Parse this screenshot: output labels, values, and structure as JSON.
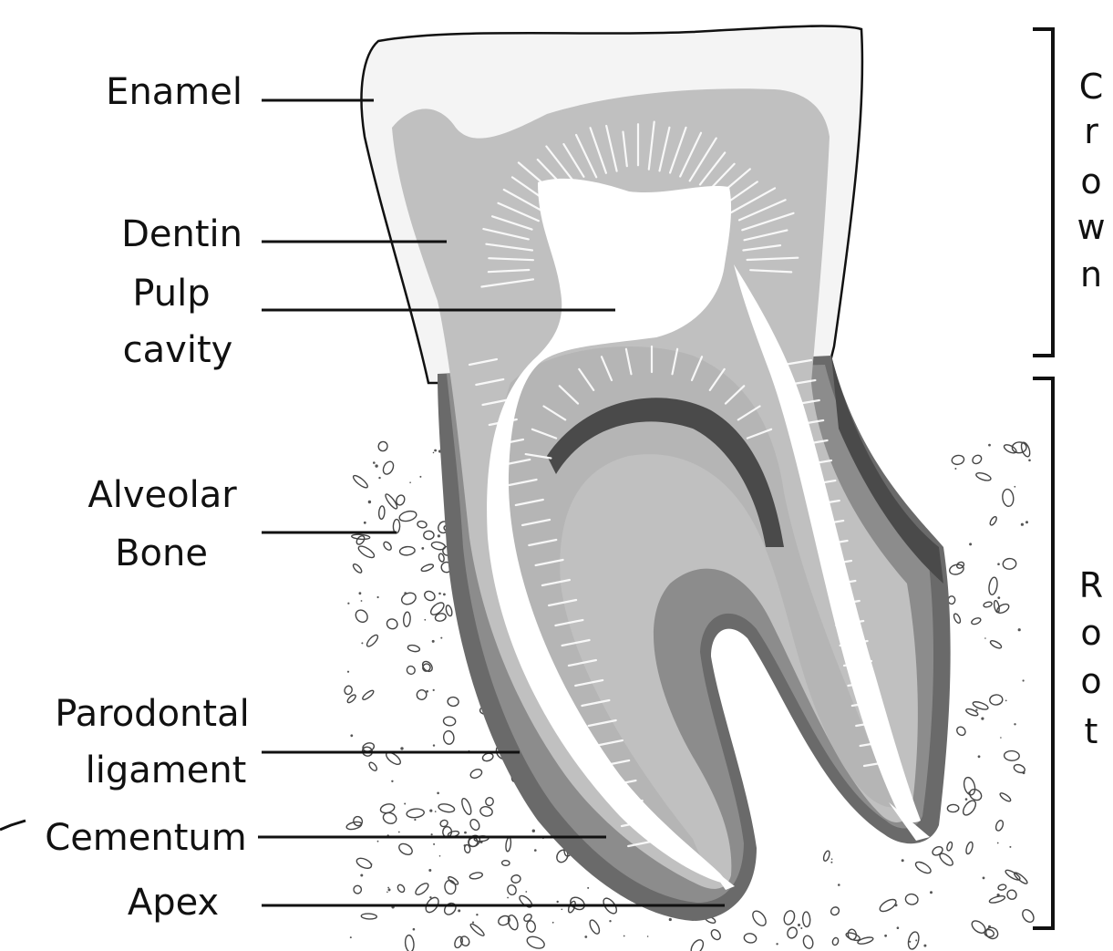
{
  "labels": {
    "enamel": "Enamel",
    "dentin": "Dentin",
    "pulp_line1": "Pulp",
    "pulp_line2": "cavity",
    "alveolar_line1": "Alveolar",
    "alveolar_line2": "Bone",
    "ligament_line1": "Parodontal",
    "ligament_line2": "ligament",
    "cementum": "Cementum",
    "apex": "Apex"
  },
  "regions": {
    "crown": [
      "C",
      "r",
      "o",
      "w",
      "n"
    ],
    "root": [
      "R",
      "o",
      "o",
      "t"
    ]
  },
  "colors": {
    "enamel": "#f4f4f4",
    "dentin": "#c0c0c0",
    "pulp": "#ffffff",
    "cementum": "#6a6a6a",
    "ligament": "#8c8c8c",
    "bone": "#ffffff",
    "outline": "#111111"
  }
}
